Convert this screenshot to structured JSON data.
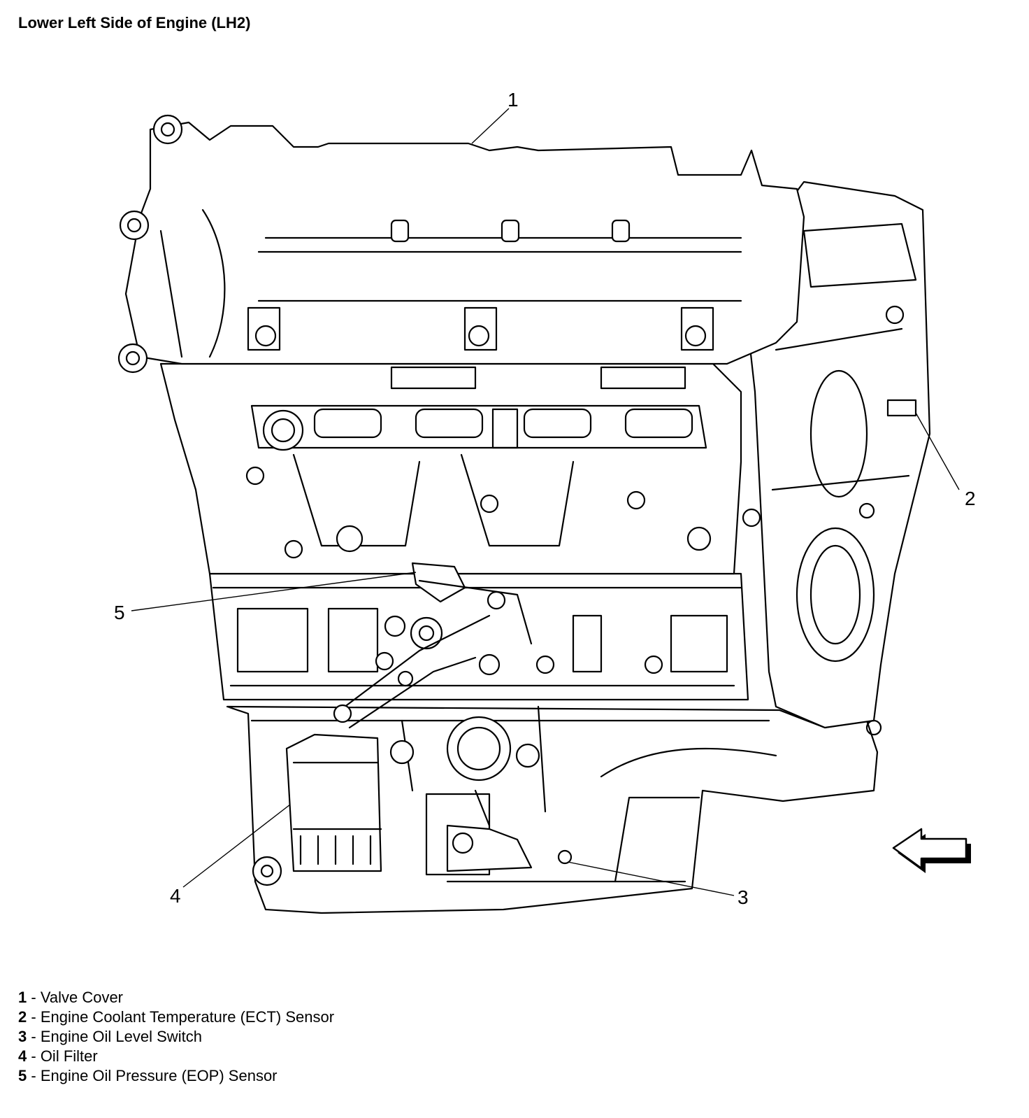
{
  "title": "Lower Left Side of Engine (LH2)",
  "callouts": [
    "1",
    "2",
    "3",
    "4",
    "5"
  ],
  "legend": [
    {
      "num": "1",
      "sep": " - ",
      "label": "Valve Cover"
    },
    {
      "num": "2",
      "sep": " - ",
      "label": "Engine Coolant Temperature (ECT) Sensor"
    },
    {
      "num": "3",
      "sep": " - ",
      "label": "Engine Oil Level Switch"
    },
    {
      "num": "4",
      "sep": " - ",
      "label": "Oil Filter"
    },
    {
      "num": "5",
      "sep": " - ",
      "label": "Engine Oil Pressure (EOP) Sensor"
    }
  ],
  "icons": {
    "direction": "arrow-left-icon"
  }
}
